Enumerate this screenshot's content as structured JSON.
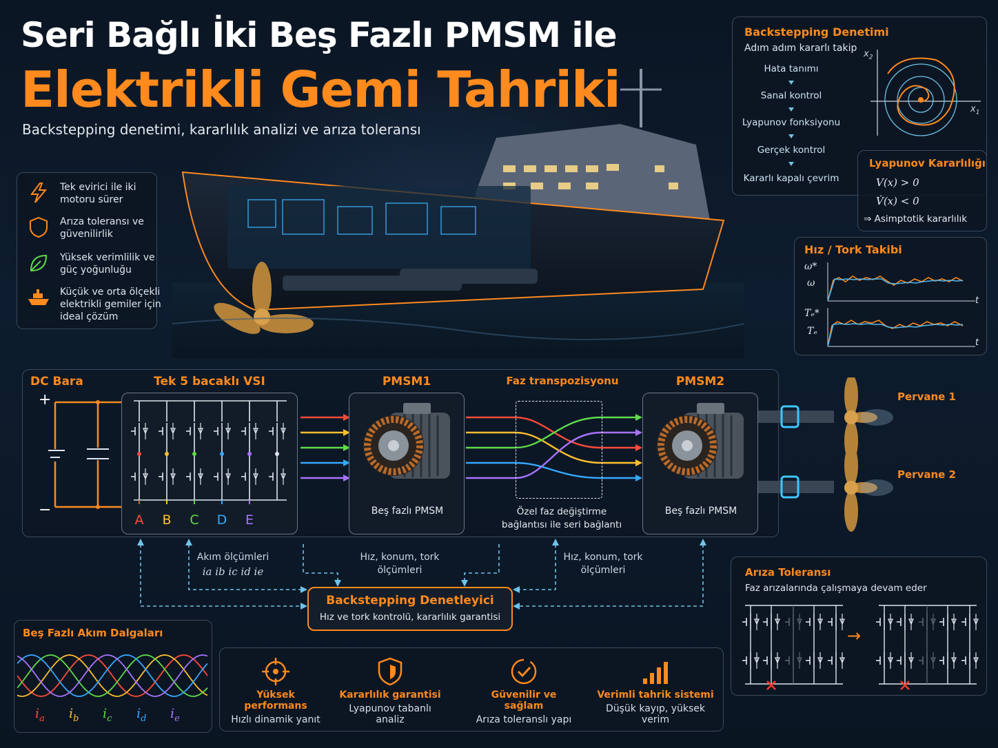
{
  "header": {
    "title_line1": "Seri Bağlı İki Beş Fazlı PMSM ile",
    "title_line2": "Elektrikli Gemi Tahriki",
    "subtitle": "Backstepping denetimi, kararlılık analizi ve arıza toleransı"
  },
  "features": [
    {
      "icon": "lightning-icon",
      "text": "Tek evirici ile iki motoru sürer"
    },
    {
      "icon": "shield-icon",
      "text": "Arıza toleransı ve güvenilirlik"
    },
    {
      "icon": "leaf-icon",
      "text": "Yüksek verimlilik ve güç yoğunluğu"
    },
    {
      "icon": "ship-icon",
      "text": "Küçük ve orta ölçekli elektrikli gemiler için ideal çözüm"
    }
  ],
  "backstepping_panel": {
    "title": "Backstepping Denetimi",
    "subtitle": "Adım adım kararlı takip",
    "steps": [
      "Hata tanımı",
      "Sanal kontrol",
      "Lyapunov fonksiyonu",
      "Gerçek kontrol",
      "Kararlı kapalı çevrim"
    ],
    "axis_x": "x",
    "axis_x_sub": "1",
    "axis_y": "x",
    "axis_y_sub": "2"
  },
  "lyapunov_panel": {
    "title": "Lyapunov Kararlılığı",
    "line1": "V(x) > 0",
    "line2": "V̇(x) < 0",
    "line3": "⇒  Asimptotik kararlılık"
  },
  "tracking_panel": {
    "title": "Hız / Tork Takibi",
    "omega_ref": "ω*",
    "omega": "ω",
    "torque_ref": "Tₑ*",
    "torque": "Tₑ",
    "t_label": "t"
  },
  "diagram": {
    "dc_title": "DC Bara",
    "dc_plus": "+",
    "dc_minus": "−",
    "vsi_title": "Tek 5 bacaklı VSI",
    "phases": [
      {
        "label": "A",
        "color": "#ff4b3a"
      },
      {
        "label": "B",
        "color": "#ffc02e"
      },
      {
        "label": "C",
        "color": "#5fdc4a"
      },
      {
        "label": "D",
        "color": "#35a8ff"
      },
      {
        "label": "E",
        "color": "#a974ff"
      }
    ],
    "pmsm1_title": "PMSM1",
    "pmsm1_caption": "Beş fazlı PMSM",
    "transposition_title": "Faz transpozisyonu",
    "transposition_caption": "Özel faz değiştirme bağlantısı ile seri bağlantı",
    "pmsm2_title": "PMSM2",
    "pmsm2_caption": "Beş fazlı PMSM",
    "propeller1": "Pervane 1",
    "propeller2": "Pervane 2",
    "current_meas": "Akım ölçümleri",
    "current_symbols": "ia ib ic id ie",
    "meas1": "Hız, konum, tork ölçümleri",
    "meas2": "Hız, konum, tork ölçümleri",
    "controller_title": "Backstepping Denetleyici",
    "controller_sub": "Hız ve tork kontrolü, kararlılık garantisi"
  },
  "waves_panel": {
    "title": "Beş Fazlı Akım Dalgaları",
    "labels": [
      "i",
      "i",
      "i",
      "i",
      "i"
    ],
    "subs": [
      "a",
      "b",
      "c",
      "d",
      "e"
    ]
  },
  "benefits": [
    {
      "icon": "crosshair-icon",
      "title": "Yüksek performans",
      "sub": "Hızlı dinamik yanıt"
    },
    {
      "icon": "shield-check-icon",
      "title": "Kararlılık garantisi",
      "sub": "Lyapunov tabanlı analiz"
    },
    {
      "icon": "check-circle-icon",
      "title": "Güvenilir ve sağlam",
      "sub": "Arıza toleranslı yapı"
    },
    {
      "icon": "bars-icon",
      "title": "Verimli tahrik sistemi",
      "sub": "Düşük kayıp, yüksek verim"
    }
  ],
  "fault_panel": {
    "title": "Arıza Toleransı",
    "subtitle": "Faz arızalarında çalışmaya devam eder",
    "arrow": "→"
  },
  "colors": {
    "accent": "#ff8a1e",
    "panel_border": "#3a4a5c",
    "cyan": "#6fc3e8"
  }
}
